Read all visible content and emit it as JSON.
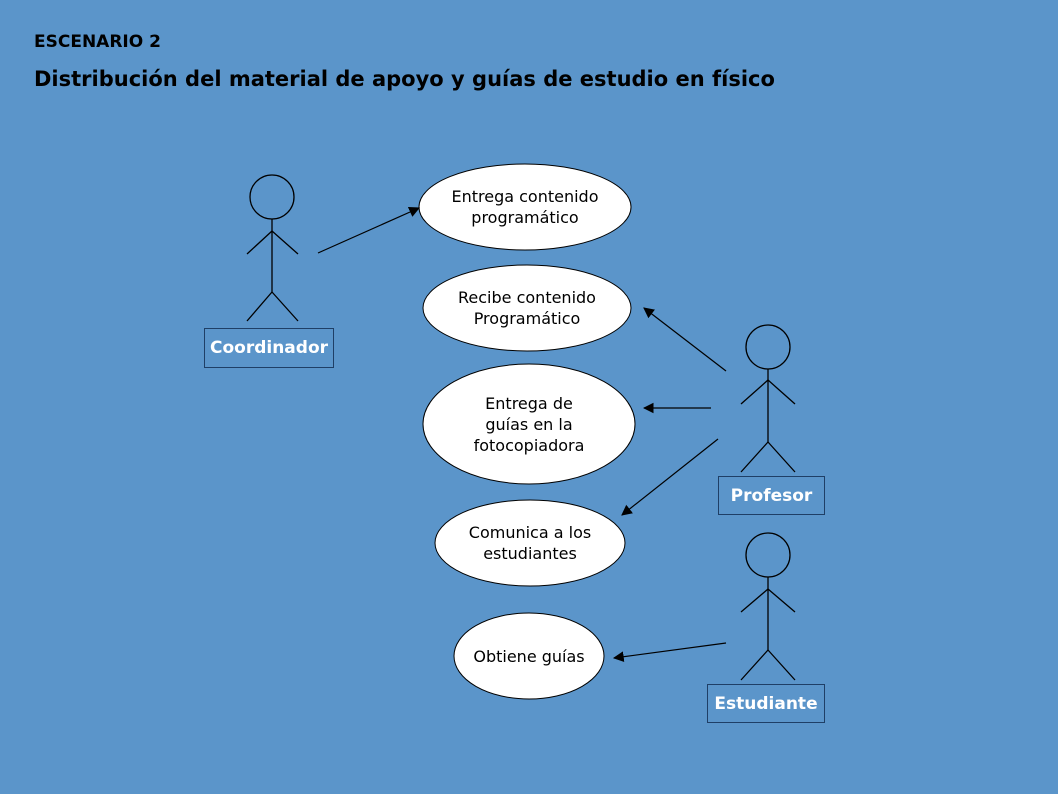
{
  "header": {
    "scenario": "ESCENARIO 2",
    "title": "Distribución del material de apoyo y guías de estudio en físico"
  },
  "actors": {
    "coordinador": "Coordinador",
    "profesor": "Profesor",
    "estudiante": "Estudiante"
  },
  "use_cases": {
    "entrega_contenido": "Entrega contenido programático",
    "recibe_contenido": "Recibe contenido Programático",
    "entrega_guias": "Entrega de guías en la fotocopiadora",
    "comunica": "Comunica a los estudiantes",
    "obtiene_guias": "Obtiene guías"
  },
  "colors": {
    "background": "#5b95ca",
    "ellipse_fill": "#ffffff",
    "stroke": "#000000",
    "label_text": "#ffffff"
  }
}
